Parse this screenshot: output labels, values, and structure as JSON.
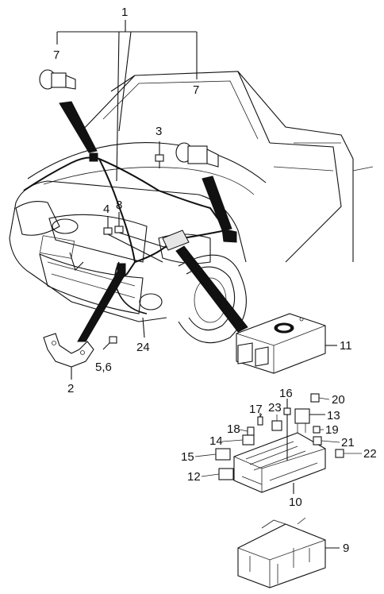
{
  "diagram": {
    "callouts": {
      "c1": "1",
      "c7a": "7",
      "c7b": "7",
      "c3": "3",
      "c4": "4",
      "c8": "8",
      "c24": "24",
      "c2": "2",
      "c56": "5,6",
      "c11": "11",
      "c16": "16",
      "c20": "20",
      "c17": "17",
      "c23": "23",
      "c13": "13",
      "c18": "18",
      "c19": "19",
      "c14": "14",
      "c21": "21",
      "c15": "15",
      "c22": "22",
      "c12": "12",
      "c10": "10",
      "c9": "9"
    }
  }
}
